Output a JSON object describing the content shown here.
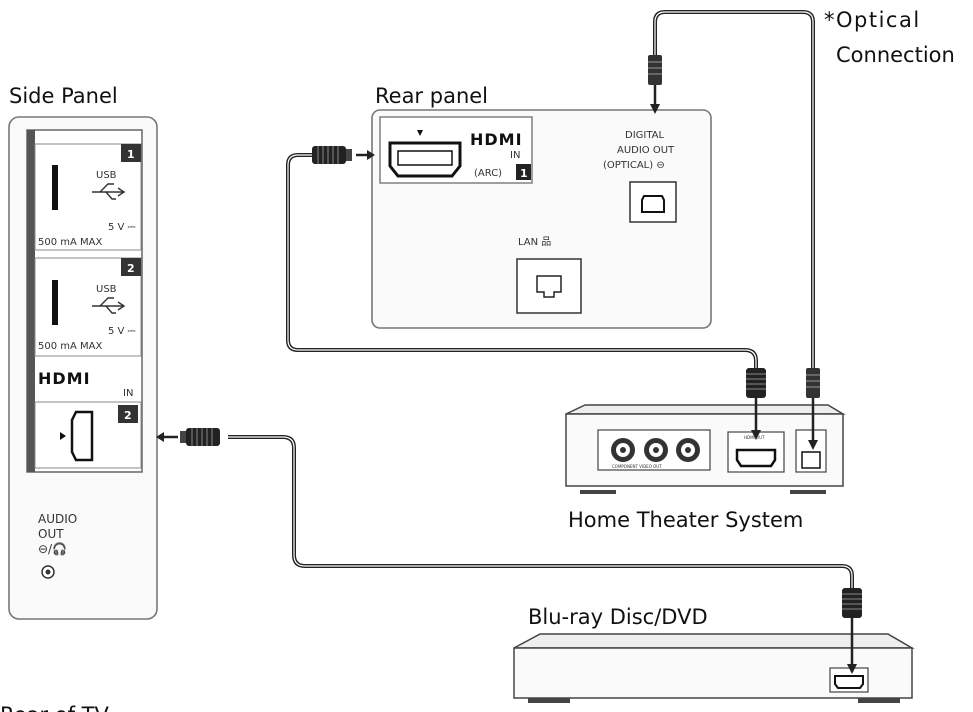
{
  "labels": {
    "side_panel": "Side Panel",
    "rear_panel": "Rear panel",
    "optical": "*Optical",
    "connection": "Connection",
    "home_theater": "Home Theater System",
    "bluray": "Blu-ray Disc/DVD",
    "bottom_partial": "Rear of TV"
  },
  "side_panel": {
    "usb1": {
      "label": "USB",
      "number": "1",
      "power": "5 V ⎓",
      "current": "500 mA MAX"
    },
    "usb2": {
      "label": "USB",
      "number": "2",
      "power": "5 V ⎓",
      "current": "500 mA MAX"
    },
    "hdmi": {
      "logo": "HDMI",
      "in": "IN",
      "number": "2"
    },
    "audio": {
      "line1": "AUDIO",
      "line2": "OUT",
      "line3": "⊖/🎧"
    }
  },
  "rear_panel": {
    "hdmi": {
      "logo": "HDMI",
      "in": "IN",
      "arc": "(ARC)",
      "number": "1"
    },
    "digital": {
      "line1": "DIGITAL",
      "line2": "AUDIO OUT",
      "line3": "(OPTICAL) ⊖"
    },
    "lan": "LAN 品"
  },
  "home_theater_ports": {
    "component": "COMPONENT VIDEO OUT",
    "hdmi_out": "HDMI OUT"
  }
}
